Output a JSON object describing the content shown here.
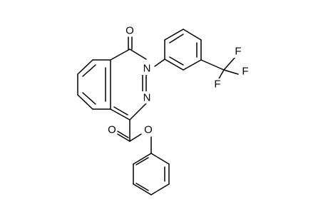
{
  "atoms": {
    "o_carbonyl": "O",
    "n_ring": "N",
    "n_ring_2": "N",
    "o_ester_carbonyl": "O",
    "o_ester": "O",
    "f1": "F",
    "f2": "F",
    "f3": "F"
  },
  "colors": {
    "bond": "#000000",
    "background": "#ffffff"
  }
}
